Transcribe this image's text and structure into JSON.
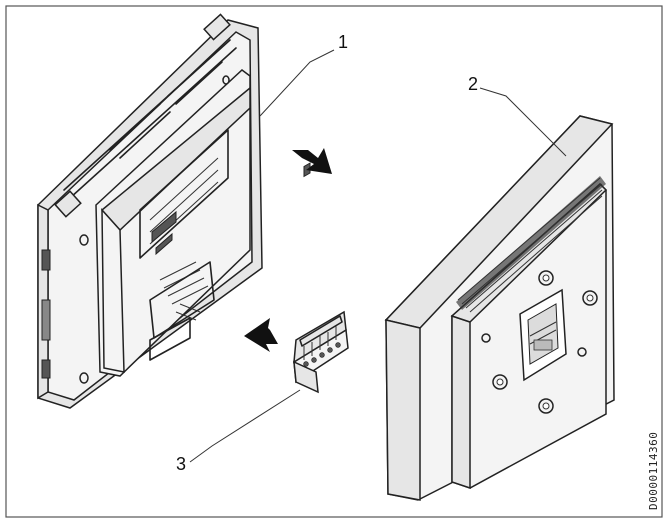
{
  "callouts": {
    "label_1": "1",
    "label_2": "2",
    "label_3": "3"
  },
  "doc_id": "D0000114360",
  "icons": {
    "arrow_right": "arrow-down-right-icon",
    "arrow_left": "arrow-up-left-icon"
  }
}
